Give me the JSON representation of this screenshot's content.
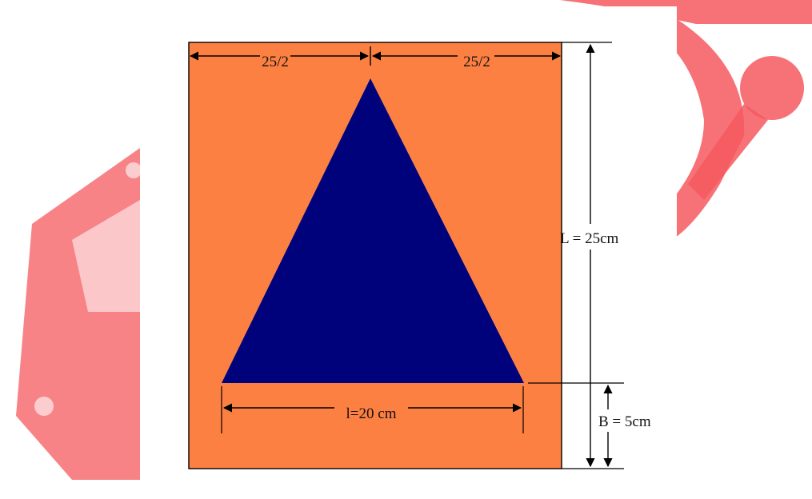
{
  "colors": {
    "background_watermark": "#f4595f",
    "watermark_light": "#ffb3b6",
    "panel": "#ffffff",
    "plate": "#fd8043",
    "triangle": "#00027c",
    "line": "#000000"
  },
  "labels": {
    "top_left_half": "25/2",
    "top_right_half": "25/2",
    "height": "L = 25cm",
    "base_width": "l=20 cm",
    "bottom_margin": "B = 5cm"
  }
}
